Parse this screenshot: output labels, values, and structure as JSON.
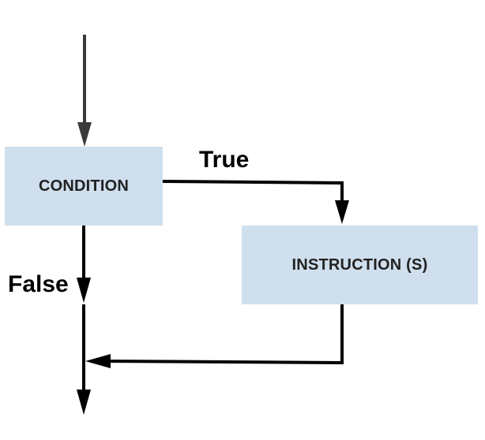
{
  "diagram": {
    "nodes": {
      "condition": {
        "label": "CONDITION"
      },
      "instruction": {
        "label": "INSTRUCTION (S)"
      }
    },
    "edges": {
      "true_label": "True",
      "false_label": "False"
    },
    "colors": {
      "box_fill": "#cfdfed",
      "line": "#000000",
      "entry_line": "#3a3a3a"
    }
  }
}
